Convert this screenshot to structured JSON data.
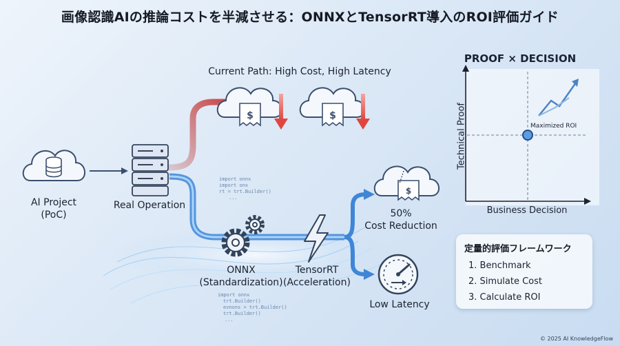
{
  "title": "画像認識AIの推論コストを半減させる：ONNXとTensorRT導入のROI評価ガイド",
  "flow": {
    "current_path": "Current Path: High Cost, High Latency",
    "ai_project": [
      "AI Project",
      "(PoC)"
    ],
    "real_operation": "Real Operation",
    "onnx": [
      "ONNX",
      "(Standardization)"
    ],
    "tensorrt": [
      "TensorRT",
      "(Acceleration)"
    ],
    "cost_reduction": [
      "50%",
      "Cost Reduction"
    ],
    "low_latency": "Low Latency",
    "code_snippet_1": [
      "import onnx",
      "import onx",
      "rt = trt.Builder()",
      "..."
    ],
    "code_snippet_2": [
      "import onnx",
      "trt.Builder()",
      "evnons = trt.Builder()",
      "trt.Builder()",
      "..."
    ]
  },
  "matrix": {
    "title": "PROOF × DECISION",
    "y_label": "Technical Proof",
    "x_label": "Business Decision",
    "point_label": "Maximized ROI"
  },
  "framework": {
    "title": "定量的評価フレームワーク",
    "steps": [
      "1. Benchmark",
      "2. Simulate Cost",
      "3. Calculate ROI"
    ]
  },
  "copyright": "© 2025 AI KnowledgeFlow",
  "colors": {
    "red_path": "#e0463f",
    "blue_path": "#3f86d6",
    "accent": "#2f6db5"
  }
}
